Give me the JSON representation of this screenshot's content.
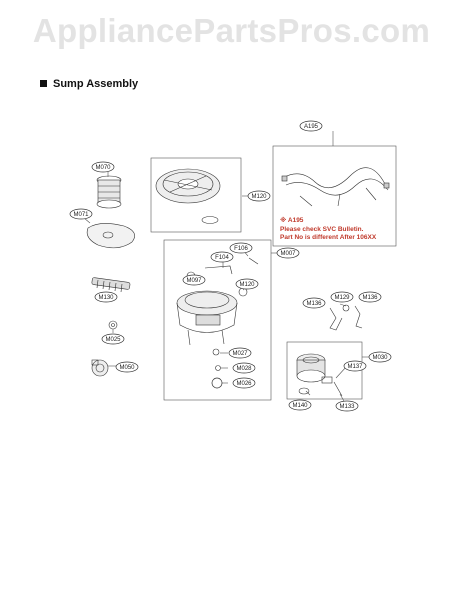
{
  "watermark": "AppliancePartsPros.com",
  "section_title": "Sump Assembly",
  "note": {
    "line1": "※ A195",
    "line2": "Please check SVC Bulletin.",
    "line3": "Part No is different After 106XX"
  },
  "labels": {
    "m070": "M070",
    "m071": "M071",
    "m130_left": "M130",
    "m025": "M025",
    "m050": "M050",
    "m120_top": "M120",
    "a195": "A195",
    "f106": "F106",
    "f104": "F104",
    "m007": "M007",
    "m097": "M097",
    "m120_mid": "M120",
    "m027": "M027",
    "m028": "M028",
    "m026": "M026",
    "m136_a": "M136",
    "m129": "M129",
    "m136_b": "M136",
    "m030": "M030",
    "m137": "M137",
    "m140": "M140",
    "m133": "M133"
  }
}
